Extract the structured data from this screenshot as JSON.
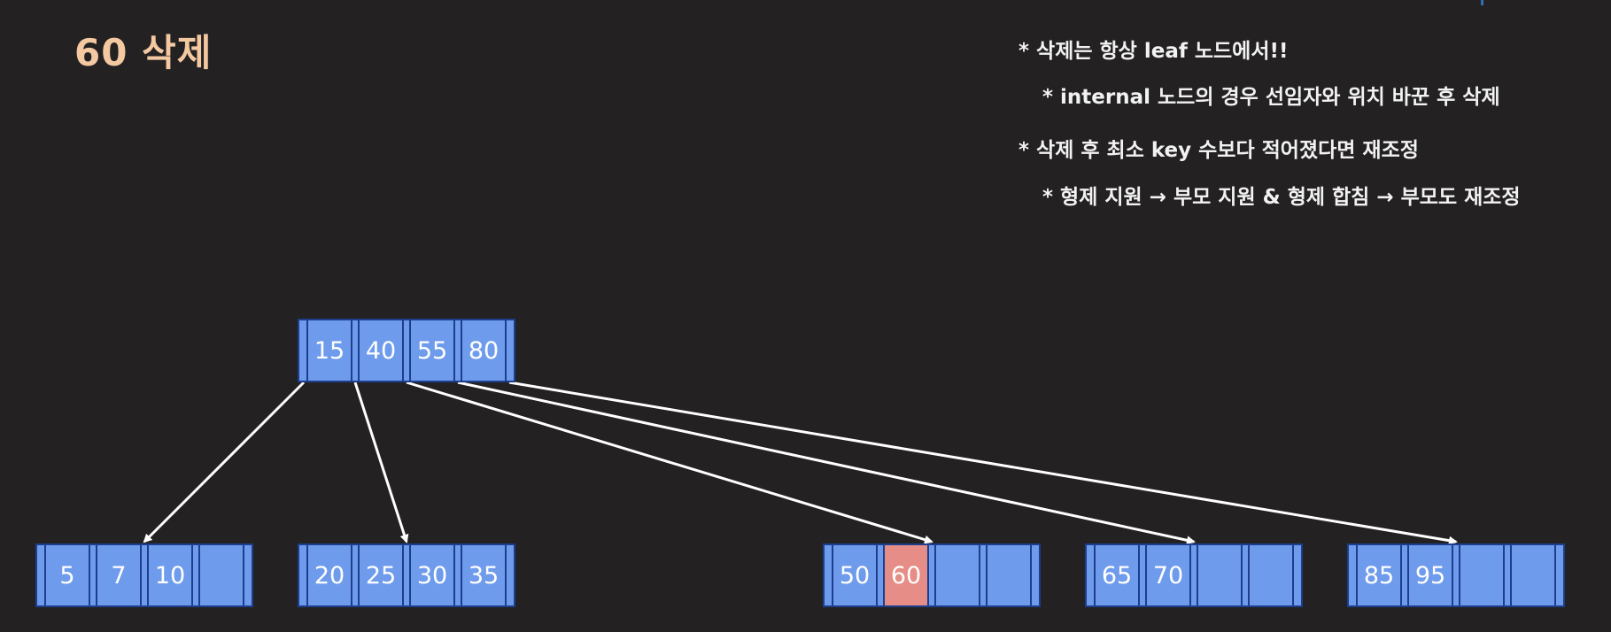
{
  "title": "60 삭제",
  "notes": [
    "* 삭제는 항상 leaf 노드에서!!",
    "* internal 노드의 경우 선임자와 위치 바꾼 후 삭제",
    "* 삭제 후 최소 key 수보다 적어졌다면 재조정",
    "* 형제 지원 → 부모 지원 & 형제 합침 → 부모도 재조정"
  ],
  "root": {
    "keys": [
      "15",
      "40",
      "55",
      "80"
    ]
  },
  "leaves": [
    {
      "keys": [
        "5",
        "7",
        "10",
        ""
      ]
    },
    {
      "keys": [
        "20",
        "25",
        "30",
        "35"
      ]
    },
    {
      "keys": [
        "50",
        "60",
        "",
        ""
      ],
      "highlight_index": 1
    },
    {
      "keys": [
        "65",
        "70",
        "",
        ""
      ]
    },
    {
      "keys": [
        "85",
        "95",
        "",
        ""
      ]
    }
  ],
  "colors": {
    "background": "#232122",
    "title": "#f4c8a1",
    "node_fill": "#6f9bec",
    "node_border": "#1c3e8d",
    "deleted_key": "#e58d86",
    "edge": "#ffffff"
  }
}
